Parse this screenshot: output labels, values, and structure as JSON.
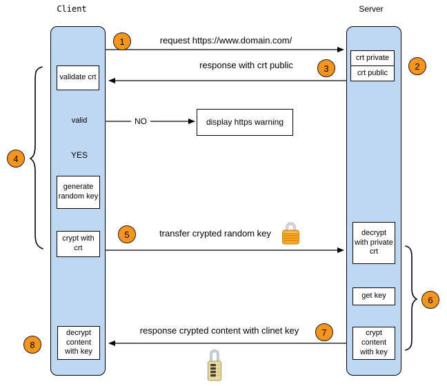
{
  "diagram": {
    "actors": {
      "client": "Client",
      "server": "Server"
    },
    "client_flow": {
      "validate_crt": "validate crt",
      "valid_decision": "valid",
      "no_label": "NO",
      "yes_label": "YES",
      "generate_random_key": "generate random key",
      "crypt_with_crt": "crypt with crt",
      "decrypt_content_with_key": "decrypt content with key"
    },
    "server_flow": {
      "crt_private": "crt private",
      "crt_public": "crt public",
      "decrypt_with_private_crt": "decrypt with private crt",
      "get_key": "get key",
      "crypt_content_with_key": "crypt content with key"
    },
    "warning": "display https warning",
    "messages": {
      "request": "request https://www.domain.com/",
      "response_crt": "response with crt public",
      "transfer_key": "transfer crypted random key",
      "response_content": "response crypted content with clinet key"
    },
    "steps": [
      "1",
      "2",
      "3",
      "4",
      "5",
      "6",
      "7",
      "8"
    ],
    "icons": {
      "transfer_lock": "closed-gold-padlock-icon",
      "content_lock": "combination-padlock-icon"
    },
    "colors": {
      "lifeline_fill": "#bed7f3",
      "node_fill": "#ffffff",
      "stroke": "#000000",
      "step_fill": "#f7941e"
    }
  }
}
